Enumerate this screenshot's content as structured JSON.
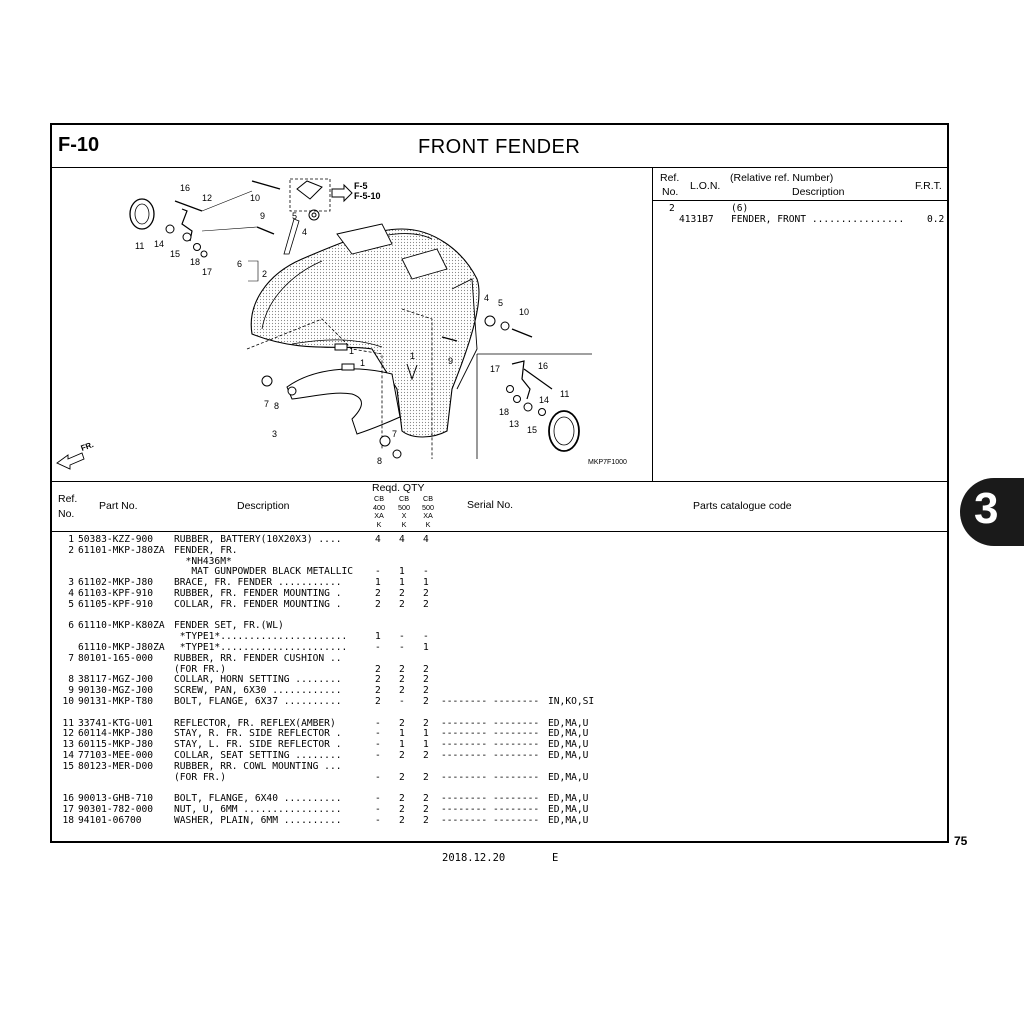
{
  "header": {
    "code": "F-10",
    "title": "FRONT FENDER"
  },
  "diagram": {
    "ref_f5": "F-5",
    "ref_f510": "F-5-10",
    "figure_code": "MKP7F1000",
    "fr_label": "FR.",
    "callouts": [
      "16",
      "12",
      "11",
      "14",
      "15",
      "18",
      "17",
      "10",
      "9",
      "5",
      "4",
      "6",
      "2",
      "1",
      "1",
      "1",
      "7",
      "8",
      "3",
      "7",
      "8",
      "9",
      "4",
      "5",
      "10",
      "17",
      "16",
      "18",
      "14",
      "13",
      "15",
      "11"
    ]
  },
  "ref_panel": {
    "headers": {
      "ref": "Ref.",
      "no": "No.",
      "lon": "L.O.N.",
      "relative": "(Relative ref. Number)",
      "description": "Description",
      "frt": "F.R.T."
    },
    "rows": [
      {
        "ref": "2",
        "relative": "(6)",
        "lon": "4131B7",
        "description": "FENDER, FRONT ................",
        "frt": "0.2"
      }
    ]
  },
  "parts_table": {
    "headers": {
      "ref": "Ref.",
      "no": "No.",
      "part_no": "Part No.",
      "description": "Description",
      "reqd_qty": "Reqd. QTY",
      "models": [
        {
          "l1": "CB",
          "l2": "400",
          "l3": "XA",
          "l4": "K"
        },
        {
          "l1": "CB",
          "l2": "500",
          "l3": "X",
          "l4": "K"
        },
        {
          "l1": "CB",
          "l2": "500",
          "l3": "XA",
          "l4": "K"
        }
      ],
      "serial": "Serial No.",
      "catalogue": "Parts catalogue code"
    },
    "rows": [
      {
        "ref": "1",
        "part": "50383-KZZ-900",
        "desc": "RUBBER, BATTERY(10X20X3) ....",
        "q1": "4",
        "q2": "4",
        "q3": "4",
        "serial": "",
        "code": ""
      },
      {
        "ref": "2",
        "part": "61101-MKP-J80ZA",
        "desc": "FENDER, FR.",
        "q1": "",
        "q2": "",
        "q3": "",
        "serial": "",
        "code": ""
      },
      {
        "ref": "",
        "part": "",
        "desc": "  *NH436M*",
        "q1": "",
        "q2": "",
        "q3": "",
        "serial": "",
        "code": ""
      },
      {
        "ref": "",
        "part": "",
        "desc": "   MAT GUNPOWDER BLACK METALLIC",
        "q1": "-",
        "q2": "1",
        "q3": "-",
        "serial": "",
        "code": ""
      },
      {
        "ref": "3",
        "part": "61102-MKP-J80",
        "desc": "BRACE, FR. FENDER ...........",
        "q1": "1",
        "q2": "1",
        "q3": "1",
        "serial": "",
        "code": ""
      },
      {
        "ref": "4",
        "part": "61103-KPF-910",
        "desc": "RUBBER, FR. FENDER MOUNTING .",
        "q1": "2",
        "q2": "2",
        "q3": "2",
        "serial": "",
        "code": ""
      },
      {
        "ref": "5",
        "part": "61105-KPF-910",
        "desc": "COLLAR, FR. FENDER MOUNTING .",
        "q1": "2",
        "q2": "2",
        "q3": "2",
        "serial": "",
        "code": ""
      },
      {
        "ref": "",
        "part": "",
        "desc": "",
        "q1": "",
        "q2": "",
        "q3": "",
        "serial": "",
        "code": ""
      },
      {
        "ref": "6",
        "part": "61110-MKP-K80ZA",
        "desc": "FENDER SET, FR.(WL)",
        "q1": "",
        "q2": "",
        "q3": "",
        "serial": "",
        "code": ""
      },
      {
        "ref": "",
        "part": "",
        "desc": " *TYPE1*......................",
        "q1": "1",
        "q2": "-",
        "q3": "-",
        "serial": "",
        "code": ""
      },
      {
        "ref": "",
        "part": "61110-MKP-J80ZA",
        "desc": " *TYPE1*......................",
        "q1": "-",
        "q2": "-",
        "q3": "1",
        "serial": "",
        "code": ""
      },
      {
        "ref": "7",
        "part": "80101-165-000",
        "desc": "RUBBER, RR. FENDER CUSHION ..",
        "q1": "",
        "q2": "",
        "q3": "",
        "serial": "",
        "code": ""
      },
      {
        "ref": "",
        "part": "",
        "desc": "(FOR FR.)",
        "q1": "2",
        "q2": "2",
        "q3": "2",
        "serial": "",
        "code": ""
      },
      {
        "ref": "8",
        "part": "38117-MGZ-J00",
        "desc": "COLLAR, HORN SETTING ........",
        "q1": "2",
        "q2": "2",
        "q3": "2",
        "serial": "",
        "code": ""
      },
      {
        "ref": "9",
        "part": "90130-MGZ-J00",
        "desc": "SCREW, PAN, 6X30 ............",
        "q1": "2",
        "q2": "2",
        "q3": "2",
        "serial": "",
        "code": ""
      },
      {
        "ref": "10",
        "part": "90131-MKP-T80",
        "desc": "BOLT, FLANGE, 6X37 ..........",
        "q1": "2",
        "q2": "-",
        "q3": "2",
        "serial": "-------- --------",
        "code": "IN,KO,SI"
      },
      {
        "ref": "",
        "part": "",
        "desc": "",
        "q1": "",
        "q2": "",
        "q3": "",
        "serial": "",
        "code": ""
      },
      {
        "ref": "11",
        "part": "33741-KTG-U01",
        "desc": "REFLECTOR, FR. REFLEX(AMBER)",
        "q1": "-",
        "q2": "2",
        "q3": "2",
        "serial": "-------- --------",
        "code": "ED,MA,U"
      },
      {
        "ref": "12",
        "part": "60114-MKP-J80",
        "desc": "STAY, R. FR. SIDE REFLECTOR .",
        "q1": "-",
        "q2": "1",
        "q3": "1",
        "serial": "-------- --------",
        "code": "ED,MA,U"
      },
      {
        "ref": "13",
        "part": "60115-MKP-J80",
        "desc": "STAY, L. FR. SIDE REFLECTOR .",
        "q1": "-",
        "q2": "1",
        "q3": "1",
        "serial": "-------- --------",
        "code": "ED,MA,U"
      },
      {
        "ref": "14",
        "part": "77103-MEE-000",
        "desc": "COLLAR, SEAT SETTING ........",
        "q1": "-",
        "q2": "2",
        "q3": "2",
        "serial": "-------- --------",
        "code": "ED,MA,U"
      },
      {
        "ref": "15",
        "part": "80123-MER-D00",
        "desc": "RUBBER, RR. COWL MOUNTING ...",
        "q1": "",
        "q2": "",
        "q3": "",
        "serial": "",
        "code": ""
      },
      {
        "ref": "",
        "part": "",
        "desc": "(FOR FR.)",
        "q1": "-",
        "q2": "2",
        "q3": "2",
        "serial": "-------- --------",
        "code": "ED,MA,U"
      },
      {
        "ref": "",
        "part": "",
        "desc": "",
        "q1": "",
        "q2": "",
        "q3": "",
        "serial": "",
        "code": ""
      },
      {
        "ref": "16",
        "part": "90013-GHB-710",
        "desc": "BOLT, FLANGE, 6X40 ..........",
        "q1": "-",
        "q2": "2",
        "q3": "2",
        "serial": "-------- --------",
        "code": "ED,MA,U"
      },
      {
        "ref": "17",
        "part": "90301-782-000",
        "desc": "NUT, U, 6MM .................",
        "q1": "-",
        "q2": "2",
        "q3": "2",
        "serial": "-------- --------",
        "code": "ED,MA,U"
      },
      {
        "ref": "18",
        "part": "94101-06700",
        "desc": "WASHER, PLAIN, 6MM ..........",
        "q1": "-",
        "q2": "2",
        "q3": "2",
        "serial": "-------- --------",
        "code": "ED,MA,U"
      }
    ]
  },
  "section_tab": "3",
  "page_number": "75",
  "footer": {
    "date": "2018.12.20",
    "lang": "E"
  }
}
